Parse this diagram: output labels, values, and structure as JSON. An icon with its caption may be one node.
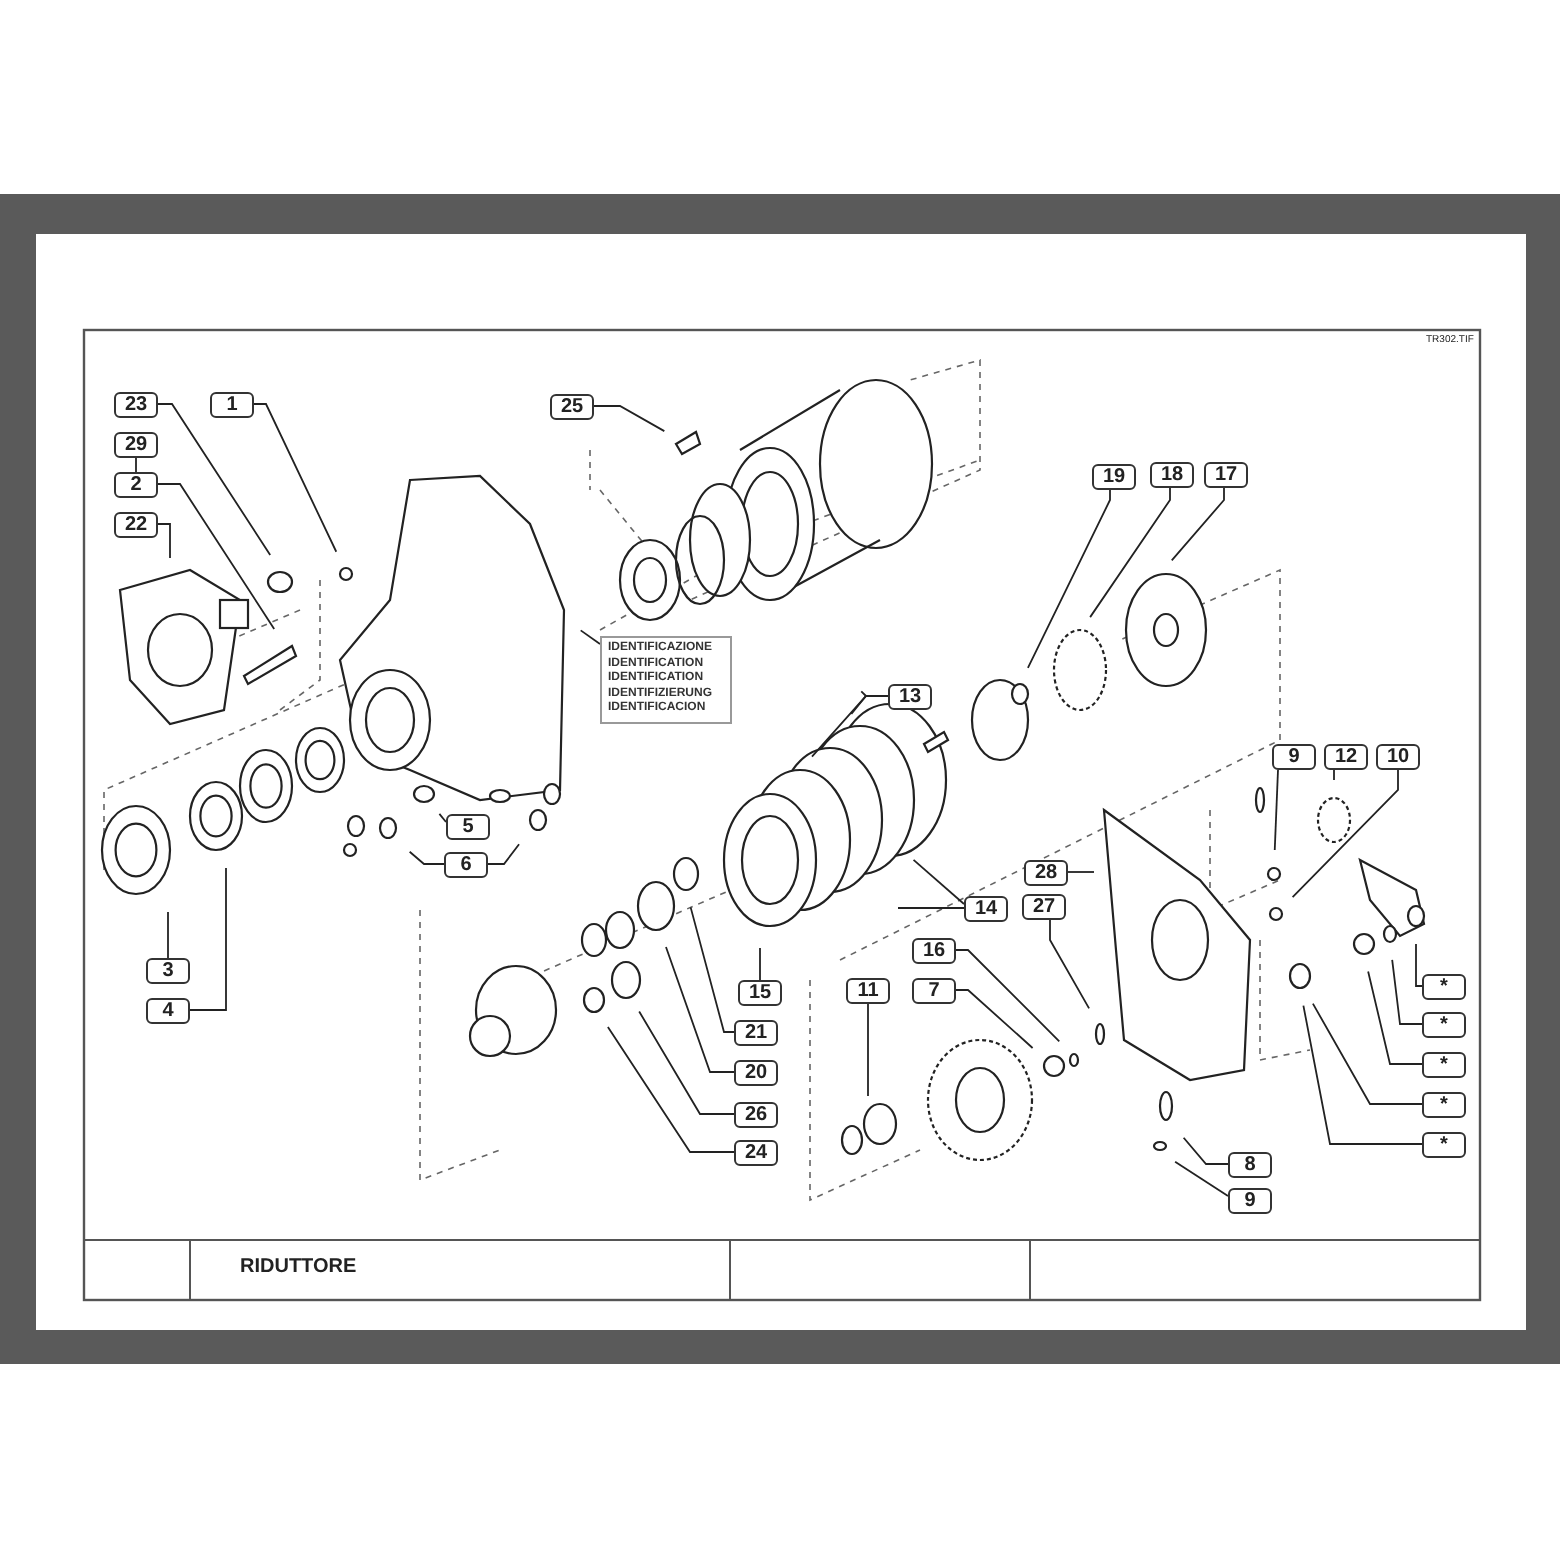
{
  "diagram": {
    "nodes": [
      {
        "text": [
          "23"
        ]
      },
      {
        "text": [
          "1"
        ]
      },
      {
        "text": [
          "25"
        ]
      },
      {
        "text": [
          "29"
        ]
      },
      {
        "text": [
          "2"
        ]
      },
      {
        "text": [
          "22"
        ]
      },
      {
        "text": [
          "19"
        ]
      },
      {
        "text": [
          "18"
        ]
      },
      {
        "text": [
          "17"
        ]
      },
      {
        "text": [
          "IDENTIFICAZIONE IDENTIFICATION IDENTIFICATION IDENTIFIZIERUNG IDENTIFICACION"
        ]
      },
      {
        "text": [
          "13"
        ]
      },
      {
        "text": [
          "9"
        ]
      },
      {
        "text": [
          "12"
        ]
      },
      {
        "text": [
          "10"
        ]
      },
      {
        "text": [
          "5"
        ]
      },
      {
        "text": [
          "6"
        ]
      },
      {
        "text": [
          "28"
        ]
      },
      {
        "text": [
          "14"
        ]
      },
      {
        "text": [
          "27"
        ]
      },
      {
        "text": [
          "16"
        ]
      },
      {
        "text": [
          "3"
        ]
      },
      {
        "text": [
          "15"
        ]
      },
      {
        "text": [
          "11"
        ]
      },
      {
        "text": [
          "7"
        ]
      },
      {
        "text": [
          "*"
        ]
      },
      {
        "text": [
          "4"
        ]
      },
      {
        "text": [
          "21"
        ]
      },
      {
        "text": [
          "*"
        ]
      },
      {
        "text": [
          "20"
        ]
      },
      {
        "text": [
          "*"
        ]
      },
      {
        "text": [
          "26"
        ]
      },
      {
        "text": [
          "*"
        ]
      },
      {
        "text": [
          "24"
        ]
      },
      {
        "text": [
          "*"
        ]
      },
      {
        "text": [
          "8"
        ]
      },
      {
        "text": [
          "9"
        ]
      }
    ],
    "edges": [
      {
        "from": 0,
        "to": null,
        "arrow": "none"
      },
      {
        "from": 1,
        "to": null,
        "arrow": "none"
      },
      {
        "from": 2,
        "to": null,
        "arrow": "none"
      },
      {
        "from": 3,
        "to": 4,
        "arrow": "none"
      },
      {
        "from": 4,
        "to": null,
        "arrow": "none"
      },
      {
        "from": 5,
        "to": null,
        "arrow": "none"
      },
      {
        "from": 6,
        "to": null,
        "arrow": "none"
      },
      {
        "from": 7,
        "to": null,
        "arrow": "none"
      },
      {
        "from": 8,
        "to": null,
        "arrow": "none"
      },
      {
        "from": 9,
        "to": null,
        "arrow": "none"
      },
      {
        "from": 10,
        "to": null,
        "arrow": "none"
      },
      {
        "from": 10,
        "to": null,
        "arrow": "none"
      },
      {
        "from": 10,
        "to": null,
        "arrow": "none"
      },
      {
        "from": 11,
        "to": null,
        "arrow": "none"
      },
      {
        "from": 12,
        "to": null,
        "arrow": "none"
      },
      {
        "from": 13,
        "to": null,
        "arrow": "none"
      },
      {
        "from": 14,
        "to": null,
        "arrow": "none"
      },
      {
        "from": 15,
        "to": null,
        "arrow": "none"
      },
      {
        "from": 15,
        "to": null,
        "arrow": "none"
      },
      {
        "from": 16,
        "to": null,
        "arrow": "none"
      },
      {
        "from": 17,
        "to": null,
        "arrow": "none"
      },
      {
        "from": 17,
        "to": null,
        "arrow": "none"
      },
      {
        "from": 18,
        "to": null,
        "arrow": "none"
      },
      {
        "from": 19,
        "to": null,
        "arrow": "none"
      },
      {
        "from": 23,
        "to": null,
        "arrow": "none"
      },
      {
        "from": 20,
        "to": null,
        "arrow": "none"
      },
      {
        "from": 25,
        "to": null,
        "arrow": "none"
      },
      {
        "from": 21,
        "to": null,
        "arrow": "none"
      },
      {
        "from": 26,
        "to": null,
        "arrow": "none"
      },
      {
        "from": 28,
        "to": null,
        "arrow": "none"
      },
      {
        "from": 30,
        "to": null,
        "arrow": "none"
      },
      {
        "from": 32,
        "to": null,
        "arrow": "none"
      },
      {
        "from": 22,
        "to": null,
        "arrow": "none"
      },
      {
        "from": 24,
        "to": null,
        "arrow": "none"
      },
      {
        "from": 27,
        "to": null,
        "arrow": "none"
      },
      {
        "from": 29,
        "to": null,
        "arrow": "none"
      },
      {
        "from": 31,
        "to": null,
        "arrow": "none"
      },
      {
        "from": 33,
        "to": null,
        "arrow": "none"
      },
      {
        "from": 34,
        "to": null,
        "arrow": "none"
      },
      {
        "from": 35,
        "to": null,
        "arrow": "none"
      }
    ],
    "labels": [
      "TR302.TIF",
      "RIDUTTORE"
    ]
  }
}
